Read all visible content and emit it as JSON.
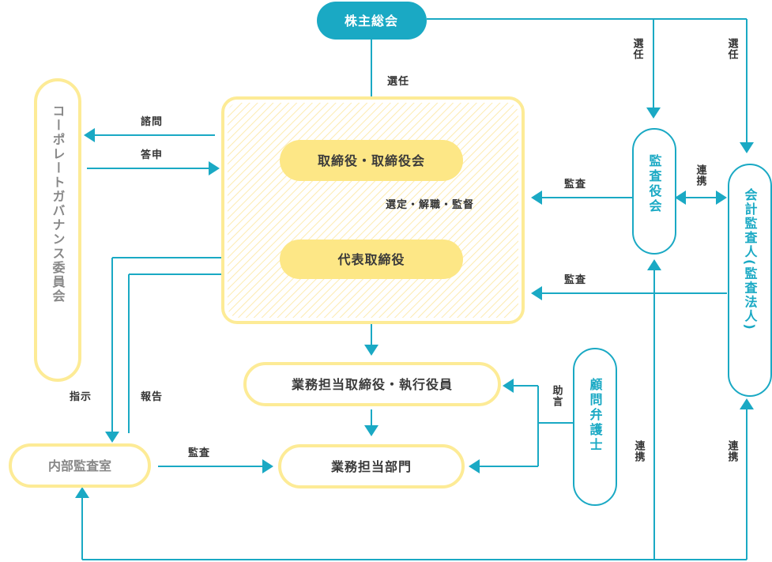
{
  "nodes": {
    "shareholders": "株主総会",
    "board": "取締役・取締役会",
    "representative": "代表取締役",
    "executives": "業務担当取締役・執行役員",
    "departments": "業務担当部門",
    "internal_audit": "内部監査室",
    "governance_committee": "コーポレートガバナンス委員会",
    "audit_board": "監査役会",
    "accounting_auditor": "会計監査人(監査法人)",
    "legal_counsel": "顧問弁護士"
  },
  "edges": {
    "elect_board": "選任",
    "elect_audit_board": "選任",
    "elect_accounting_auditor": "選任",
    "consult": "諮問",
    "report_back": "答申",
    "select_dismiss_supervise": "選定・解職・監督",
    "audit_from_audit_board": "監査",
    "audit_from_accounting_auditor": "監査",
    "collaboration_top": "連携",
    "instruction": "指示",
    "report": "報告",
    "audit_internal": "監査",
    "advice": "助言",
    "collaboration_bottom_left": "連携",
    "collaboration_bottom_right": "連携"
  },
  "colors": {
    "cyan": "#1aa9c4",
    "yellow": "#fde786",
    "yellow_border": "#fdeb96",
    "gray_text": "#888888",
    "dark_text": "#3a3a3a"
  }
}
